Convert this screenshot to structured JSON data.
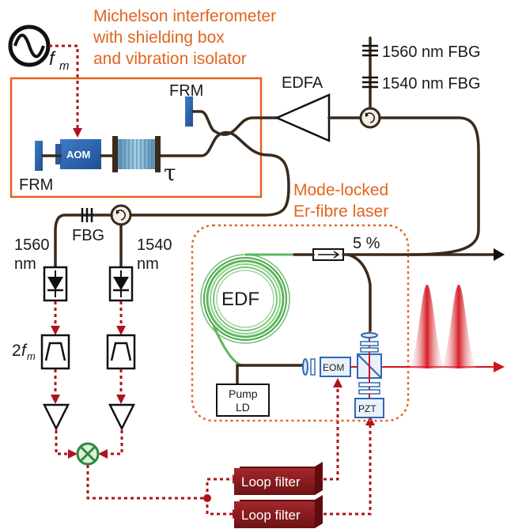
{
  "mi_title": [
    "Michelson interferometer",
    "with shielding box",
    "and vibration isolator"
  ],
  "fm_label": "f",
  "fm_sub": "m",
  "frm_top": "FRM",
  "frm_bottom": "FRM",
  "aom": "AOM",
  "tau": "τ",
  "edfa": "EDFA",
  "fbg_1560": "1560 nm FBG",
  "fbg_1540": "1540 nm FBG",
  "laser_title": [
    "Mode-locked",
    "Er-fibre laser"
  ],
  "fbg_small": "FBG",
  "det_1560": [
    "1560",
    "nm"
  ],
  "det_1540": [
    "1540",
    "nm"
  ],
  "two_fm_num": "2",
  "two_fm_f": "f",
  "two_fm_sub": "m",
  "coupler_ratio": "5 %",
  "edf": "EDF",
  "pump": [
    "Pump",
    "LD"
  ],
  "eom": "EOM",
  "pzt": "PZT",
  "loop_filter_1": "Loop filter",
  "loop_filter_2": "Loop filter",
  "colors": {
    "fiber": "#3a2a1c",
    "rf_signal": "#b0121d",
    "annotation": "#e2641e",
    "component_blue": "#2e68b5",
    "edf_green": "#5cb85c",
    "pulse_red": "#d3141c",
    "loop_filter": "#8c1a1c",
    "mixer": "#2c8a3a"
  }
}
